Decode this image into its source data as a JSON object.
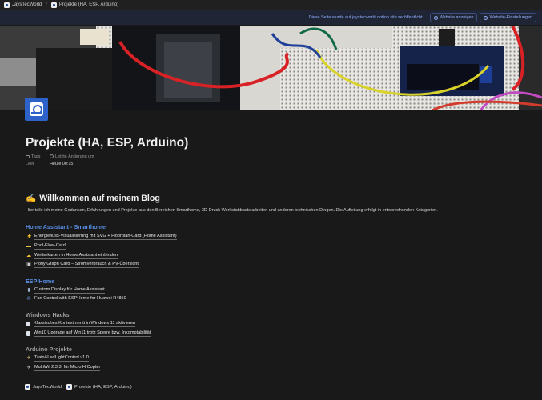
{
  "topbar": {
    "site": "JaysTecWorld",
    "page": "Projekte (HA, ESP, Arduino)"
  },
  "publish_bar": {
    "message": "Diese Seite wurde auf jaystecworld.notion.site veröffentlicht",
    "view_site": "Website anzeigen",
    "site_settings": "Website-Einstellungen"
  },
  "page": {
    "title": "Projekte (HA, ESP, Arduino)",
    "props": [
      {
        "key": "Tags",
        "value": "Letzte Änderung um"
      },
      {
        "key": "Leer",
        "value": "Heute 00:15"
      }
    ]
  },
  "welcome": {
    "icon": "✍",
    "heading": "Willkommen auf meinem Blog",
    "intro": "Hier teile ich meine Gedanken, Erfahrungen und Projekte aus den Bereichen Smarthome, 3D-Druck Werkstattbastelarbeiten und anderen technischen Dingen. Die Aufteilung erfolgt in entsprechenden Kategorien."
  },
  "sections": [
    {
      "title": "Home Assistant - Smarthome",
      "items": [
        {
          "icon": "⚡",
          "label": "Energiefluss-Visualisierung mit SVG + Floorplan-Card (Home Assistant)"
        },
        {
          "icon": "▬",
          "label": "Pool-Flow-Card"
        },
        {
          "icon": "☁",
          "label": "Wetterkarten in Home Assistant einbinden"
        },
        {
          "icon": "▣",
          "label": "Plotly Graph Card – Stromverbrauch & PV-Übersicht"
        }
      ]
    },
    {
      "title": "ESP Home",
      "items": [
        {
          "icon": "▮",
          "label": "Custom Display für Home Assistant"
        },
        {
          "icon": "✇",
          "label": "Fan Control with ESPHome for Huawei R4850"
        }
      ]
    },
    {
      "title": "Windows Hacks",
      "items": [
        {
          "icon": "doc",
          "label": "Klassisches Kontextmenü in Windows 11 aktivieren"
        },
        {
          "icon": "doc",
          "label": "Win10 Upgrade auf Win11 trotz Sperre bzw. Inkomptabilität"
        }
      ]
    },
    {
      "title": "Arduino Projekte",
      "items": [
        {
          "icon": "✈",
          "label": "Train&LedLightControl v1.0"
        },
        {
          "icon": "✈",
          "label": "MultiWii 2.3.3. für Micro H Copter"
        }
      ]
    }
  ],
  "footer": {
    "site": "JaysTecWorld",
    "page": "Projekte (HA, ESP, Arduino)"
  },
  "colors": {
    "accent_blue": "#5a8fe8",
    "background": "#191919",
    "avatar_blue": "#2d63c8"
  }
}
